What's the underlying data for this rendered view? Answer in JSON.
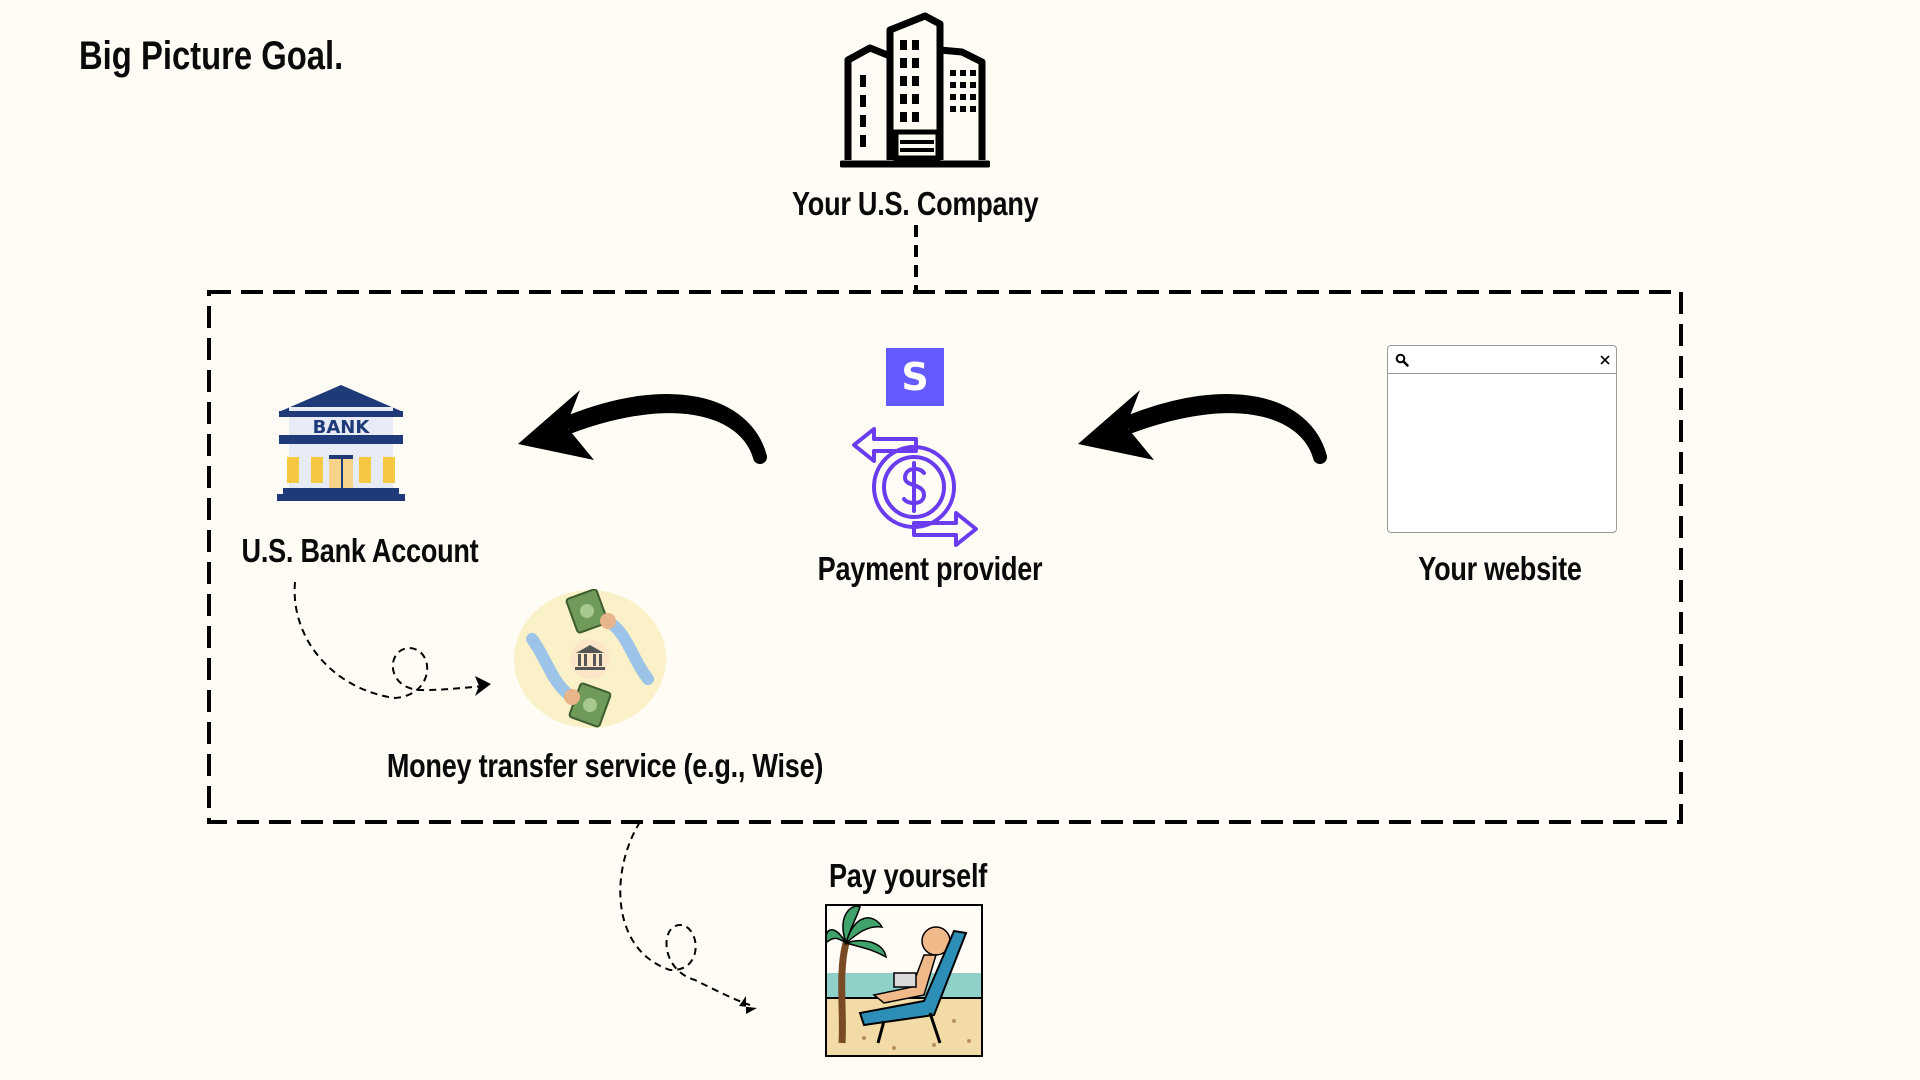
{
  "header": {
    "title": "Big Picture Goal."
  },
  "nodes": {
    "company": {
      "label": "Your U.S. Company",
      "icon": "office-building-icon"
    },
    "bank": {
      "label": "U.S. Bank Account",
      "icon": "bank-icon",
      "sign_text": "BANK"
    },
    "payment_provider": {
      "label": "Payment provider",
      "icon": "stripe-icon",
      "logo_letter": "S",
      "secondary_icon": "money-exchange-icon"
    },
    "website": {
      "label": "Your website",
      "icon": "browser-window-icon"
    },
    "transfer_service": {
      "label": "Money transfer service (e.g., Wise)",
      "icon": "money-transfer-icon"
    },
    "pay_yourself": {
      "label": "Pay yourself",
      "icon": "beach-relax-icon"
    }
  },
  "colors": {
    "background": "#fefcf4",
    "stripe": "#635bff",
    "bank_navy": "#1e3a78",
    "bank_yellow": "#f5c842",
    "exchange_purple": "#6a3cf0",
    "transfer_circle": "#fbf1c8"
  }
}
